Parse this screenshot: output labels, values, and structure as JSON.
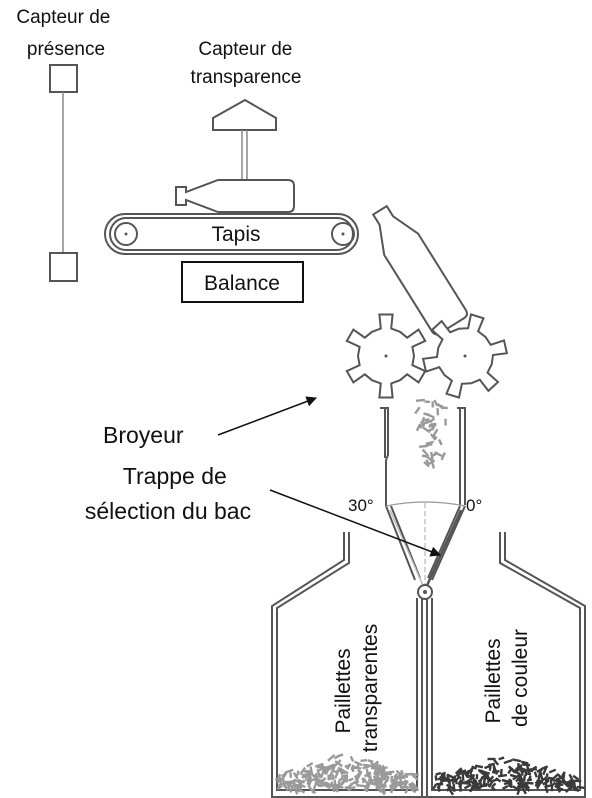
{
  "labels": {
    "presence_sensor": [
      "Capteur de",
      "présence"
    ],
    "transparency_sensor": [
      "Capteur de",
      "transparence"
    ],
    "conveyor": "Tapis",
    "scale": "Balance",
    "crusher": "Broyeur",
    "hatch": [
      "Trappe de",
      "sélection du bac"
    ],
    "angle_left": "30°",
    "angle_right": "0°",
    "bin_left": [
      "Paillettes",
      "transparentes"
    ],
    "bin_right": [
      "Paillettes",
      "de couleur"
    ]
  },
  "colors": {
    "line": "#555555",
    "text": "#111111",
    "flakes_clear": "#9a9a9a",
    "flakes_color": "#3a3a3a"
  }
}
